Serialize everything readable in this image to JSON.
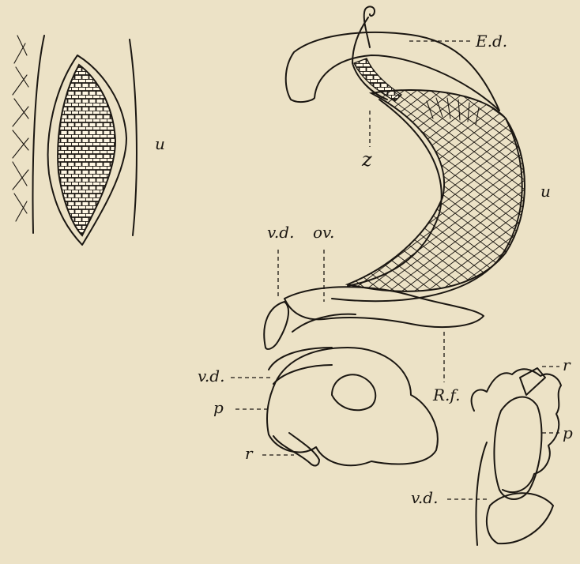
{
  "labels": {
    "u_left": "u",
    "Ed": "E.d.",
    "z": "z",
    "u_right": "u",
    "vd_top": "v.d.",
    "ov": "ov.",
    "vd_mid": "v.d.",
    "p_mid": "p",
    "r_mid": "r",
    "Rf": "R.f.",
    "r_br": "r",
    "p_br": "p",
    "vd_br": "v.d."
  }
}
